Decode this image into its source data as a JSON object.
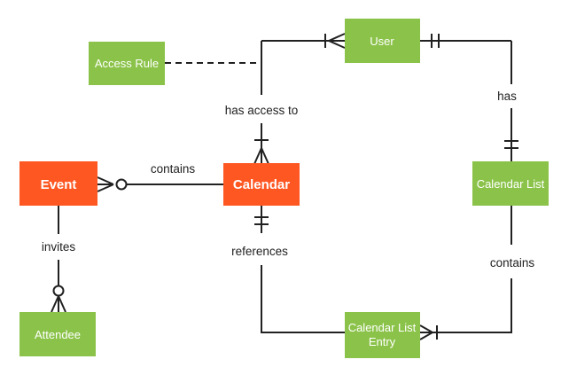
{
  "diagram": {
    "type": "entity-relationship",
    "background_color": "#ffffff",
    "line_color": "#212121",
    "palette": {
      "green": "#8BC34A",
      "orange": "#FF5722",
      "entity_text": "#ffffff"
    },
    "entities": [
      {
        "id": "access-rule",
        "label": "Access Rule",
        "color": "#8BC34A"
      },
      {
        "id": "user",
        "label": "User",
        "color": "#8BC34A"
      },
      {
        "id": "event",
        "label": "Event",
        "color": "#FF5722"
      },
      {
        "id": "calendar",
        "label": "Calendar",
        "color": "#FF5722"
      },
      {
        "id": "calendar-list",
        "label": "Calendar List",
        "color": "#8BC34A"
      },
      {
        "id": "attendee",
        "label": "Attendee",
        "color": "#8BC34A"
      },
      {
        "id": "calendar-list-entry",
        "label": "Calendar List Entry",
        "lines": [
          "Calendar List",
          "Entry"
        ],
        "color": "#8BC34A"
      }
    ],
    "relationships": [
      {
        "label": "has access to",
        "from": "user",
        "to": "calendar",
        "from_cardinality": "one-or-many",
        "to_cardinality": "one-or-many",
        "style": "solid"
      },
      {
        "label": "",
        "from": "access-rule",
        "to": "has-access-to-line",
        "style": "dashed"
      },
      {
        "label": "has",
        "from": "user",
        "to": "calendar-list",
        "from_cardinality": "one-and-only-one",
        "to_cardinality": "one-and-only-one",
        "style": "solid"
      },
      {
        "label": "contains",
        "from": "calendar",
        "to": "event",
        "to_cardinality": "zero-or-many",
        "style": "solid"
      },
      {
        "label": "invites",
        "from": "event",
        "to": "attendee",
        "to_cardinality": "zero-or-many",
        "style": "solid"
      },
      {
        "label": "references",
        "from": "calendar",
        "to": "calendar-list-entry",
        "from_cardinality": "one-and-only-one",
        "style": "solid"
      },
      {
        "label": "contains",
        "from": "calendar-list",
        "to": "calendar-list-entry",
        "to_cardinality": "one-or-many",
        "style": "solid"
      }
    ]
  }
}
